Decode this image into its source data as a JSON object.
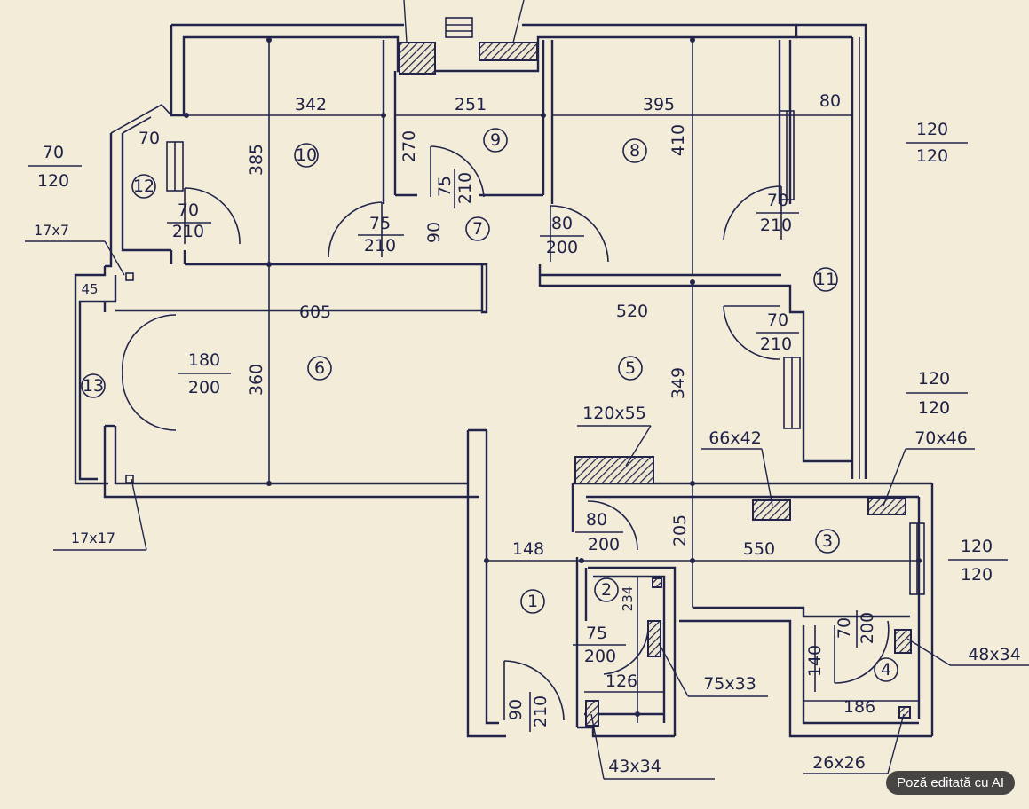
{
  "rooms": {
    "r1": "1",
    "r2": "2",
    "r3": "3",
    "r4": "4",
    "r5": "5",
    "r6": "6",
    "r7": "7",
    "r8": "8",
    "r9": "9",
    "r10": "10",
    "r11": "11",
    "r12": "12",
    "r13": "13"
  },
  "dimensions": {
    "d342": "342",
    "d251": "251",
    "d395": "395",
    "d80": "80",
    "d385": "385",
    "d270": "270",
    "d410": "410",
    "d90": "90",
    "d70": "70",
    "d45": "45",
    "d605": "605",
    "d520": "520",
    "d360": "360",
    "d349": "349",
    "d148": "148",
    "d205": "205",
    "d550": "550",
    "d234": "234",
    "d126": "126",
    "d186": "186",
    "d140": "140"
  },
  "callouts": {
    "c17x7": "17x7",
    "c17x17": "17x17",
    "c120x55": "120x55",
    "c66x42": "66x42",
    "c70x46": "70x46",
    "c48x34": "48x34",
    "c75x33": "75x33",
    "c43x34": "43x34",
    "c26x26": "26x26"
  },
  "openings": {
    "w_left": {
      "top": "70",
      "bottom": "120"
    },
    "w_right_top": {
      "top": "120",
      "bottom": "120"
    },
    "w_right_mid": {
      "top": "120",
      "bottom": "120"
    },
    "w_right_bot": {
      "top": "120",
      "bottom": "120"
    },
    "door12": {
      "top": "70",
      "bottom": "210"
    },
    "door10": {
      "top": "75",
      "bottom": "210"
    },
    "door9": {
      "top": "75",
      "bottom": "210"
    },
    "door8": {
      "top": "80",
      "bottom": "200"
    },
    "door11": {
      "top": "70",
      "bottom": "210"
    },
    "door5": {
      "top": "70",
      "bottom": "210"
    },
    "door13": {
      "top": "180",
      "bottom": "200"
    },
    "door3": {
      "top": "80",
      "bottom": "200"
    },
    "door2": {
      "top": "75",
      "bottom": "200"
    },
    "door4": {
      "top": "70",
      "bottom": "200"
    },
    "door1": {
      "top": "90",
      "bottom": "210"
    }
  },
  "badge": "Poză editată cu AI"
}
